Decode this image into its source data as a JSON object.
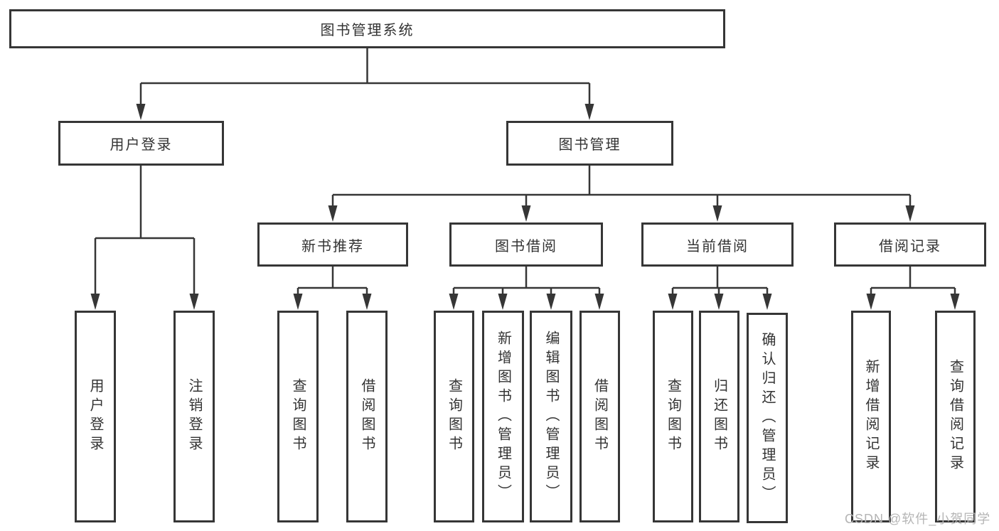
{
  "diagram": {
    "title": "图书管理系统",
    "colors": {
      "line": "#363636",
      "box_border": "#363636",
      "text": "#333333",
      "background": "#ffffff",
      "watermark": "#b5b5b5"
    }
  },
  "tree": {
    "label": "图书管理系统",
    "children": [
      {
        "label": "用户登录",
        "children": [
          {
            "label": "用户登录"
          },
          {
            "label": "注销登录"
          }
        ]
      },
      {
        "label": "图书管理",
        "children": [
          {
            "label": "新书推荐",
            "children": [
              {
                "label": "查询图书"
              },
              {
                "label": "借阅图书"
              }
            ]
          },
          {
            "label": "图书借阅",
            "children": [
              {
                "label": "查询图书"
              },
              {
                "label": "新增图书（管理员）"
              },
              {
                "label": "编辑图书（管理员）"
              },
              {
                "label": "借阅图书"
              }
            ]
          },
          {
            "label": "当前借阅",
            "children": [
              {
                "label": "查询图书"
              },
              {
                "label": "归还图书"
              },
              {
                "label": "确认归还（管理员）"
              }
            ]
          },
          {
            "label": "借阅记录",
            "children": [
              {
                "label": "新增借阅记录"
              },
              {
                "label": "查询借阅记录"
              }
            ]
          }
        ]
      }
    ]
  },
  "watermark": {
    "text": "CSDN @软件_小贺同学"
  }
}
